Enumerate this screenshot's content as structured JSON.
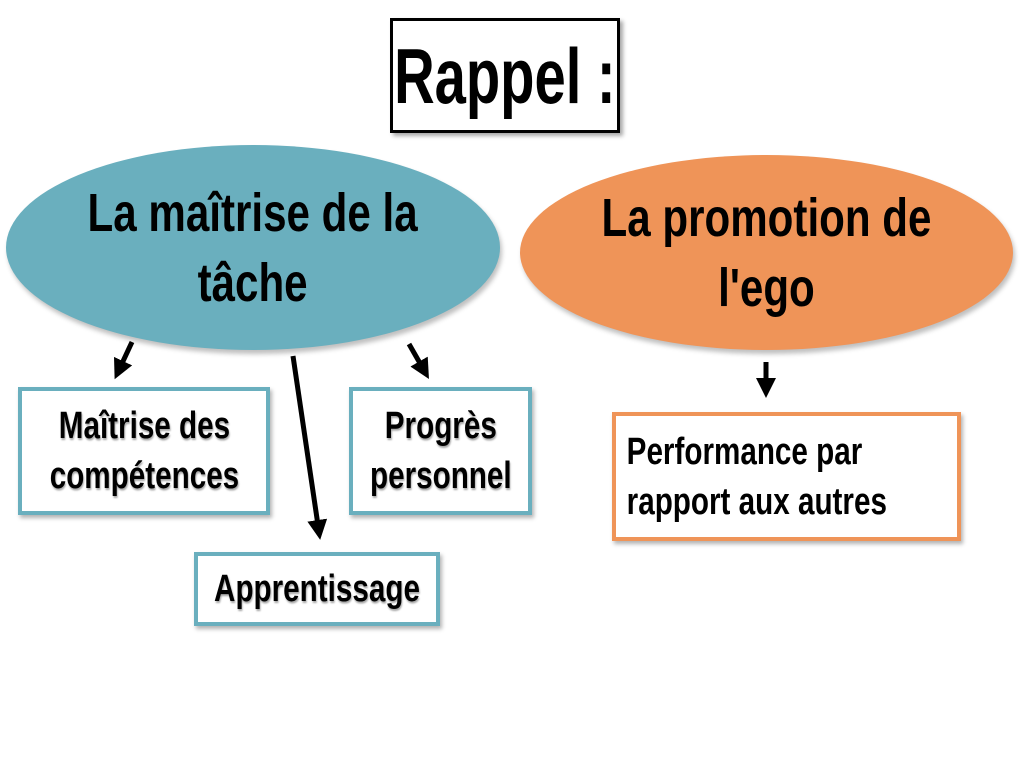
{
  "title": "Rappel :",
  "left_concept": {
    "lines": [
      "La maîtrise de la",
      "tâche"
    ],
    "color": "#6aafbe"
  },
  "right_concept": {
    "lines": [
      "La promotion de",
      "l'ego"
    ],
    "color": "#ef9458"
  },
  "left_children": {
    "maitrise": [
      "Maîtrise des",
      "compétences"
    ],
    "progres": [
      "Progrès",
      "personnel"
    ],
    "apprentissage": [
      "Apprentissage"
    ],
    "border_color": "#6aafbe"
  },
  "right_children": {
    "performance": [
      "Performance par",
      "rapport aux autres"
    ],
    "border_color": "#ef9458"
  }
}
